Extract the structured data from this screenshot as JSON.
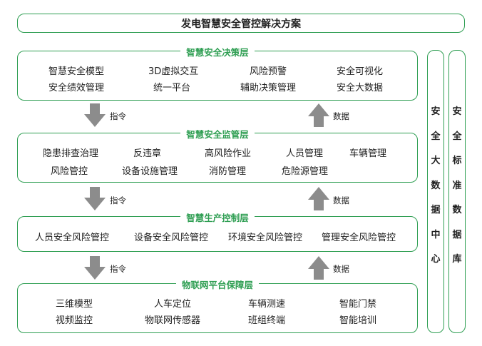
{
  "title": "发电智慧安全管控解决方案",
  "layers": [
    {
      "name": "智慧安全决策层",
      "rows": [
        [
          "智慧安全模型",
          "3D虚拟交互",
          "风险预警",
          "安全可视化"
        ],
        [
          "安全绩效管理",
          "统一平台",
          "辅助决策管理",
          "安全大数据"
        ]
      ]
    },
    {
      "name": "智慧安全监管层",
      "rows": [
        [
          "隐患排查治理",
          "反违章",
          "高风险作业",
          "人员管理",
          "车辆管理"
        ],
        [
          "风险管控",
          "设备设施管理",
          "消防管理",
          "危险源管理"
        ]
      ]
    },
    {
      "name": "智慧生产控制层",
      "rows": [
        [
          "人员安全风险管控",
          "设备安全风险管控",
          "环境安全风险管控",
          "管理安全风险管控"
        ]
      ]
    },
    {
      "name": "物联网平台保障层",
      "rows": [
        [
          "三维模型",
          "人车定位",
          "车辆测速",
          "智能门禁"
        ],
        [
          "视频监控",
          "物联网传感器",
          "班组终端",
          "智能培训"
        ]
      ]
    }
  ],
  "arrows": {
    "down_label": "指令",
    "up_label": "数据"
  },
  "side_panels": [
    {
      "label": "安全大数据中心",
      "chars": [
        "安",
        "全",
        "大",
        "数",
        "据",
        "中",
        "心"
      ]
    },
    {
      "label": "安全标准数据库",
      "chars": [
        "安",
        "全",
        "标",
        "准",
        "数",
        "据",
        "库"
      ]
    }
  ],
  "colors": {
    "accent": "#2e9e52",
    "arrow": "#8c8c8c"
  }
}
